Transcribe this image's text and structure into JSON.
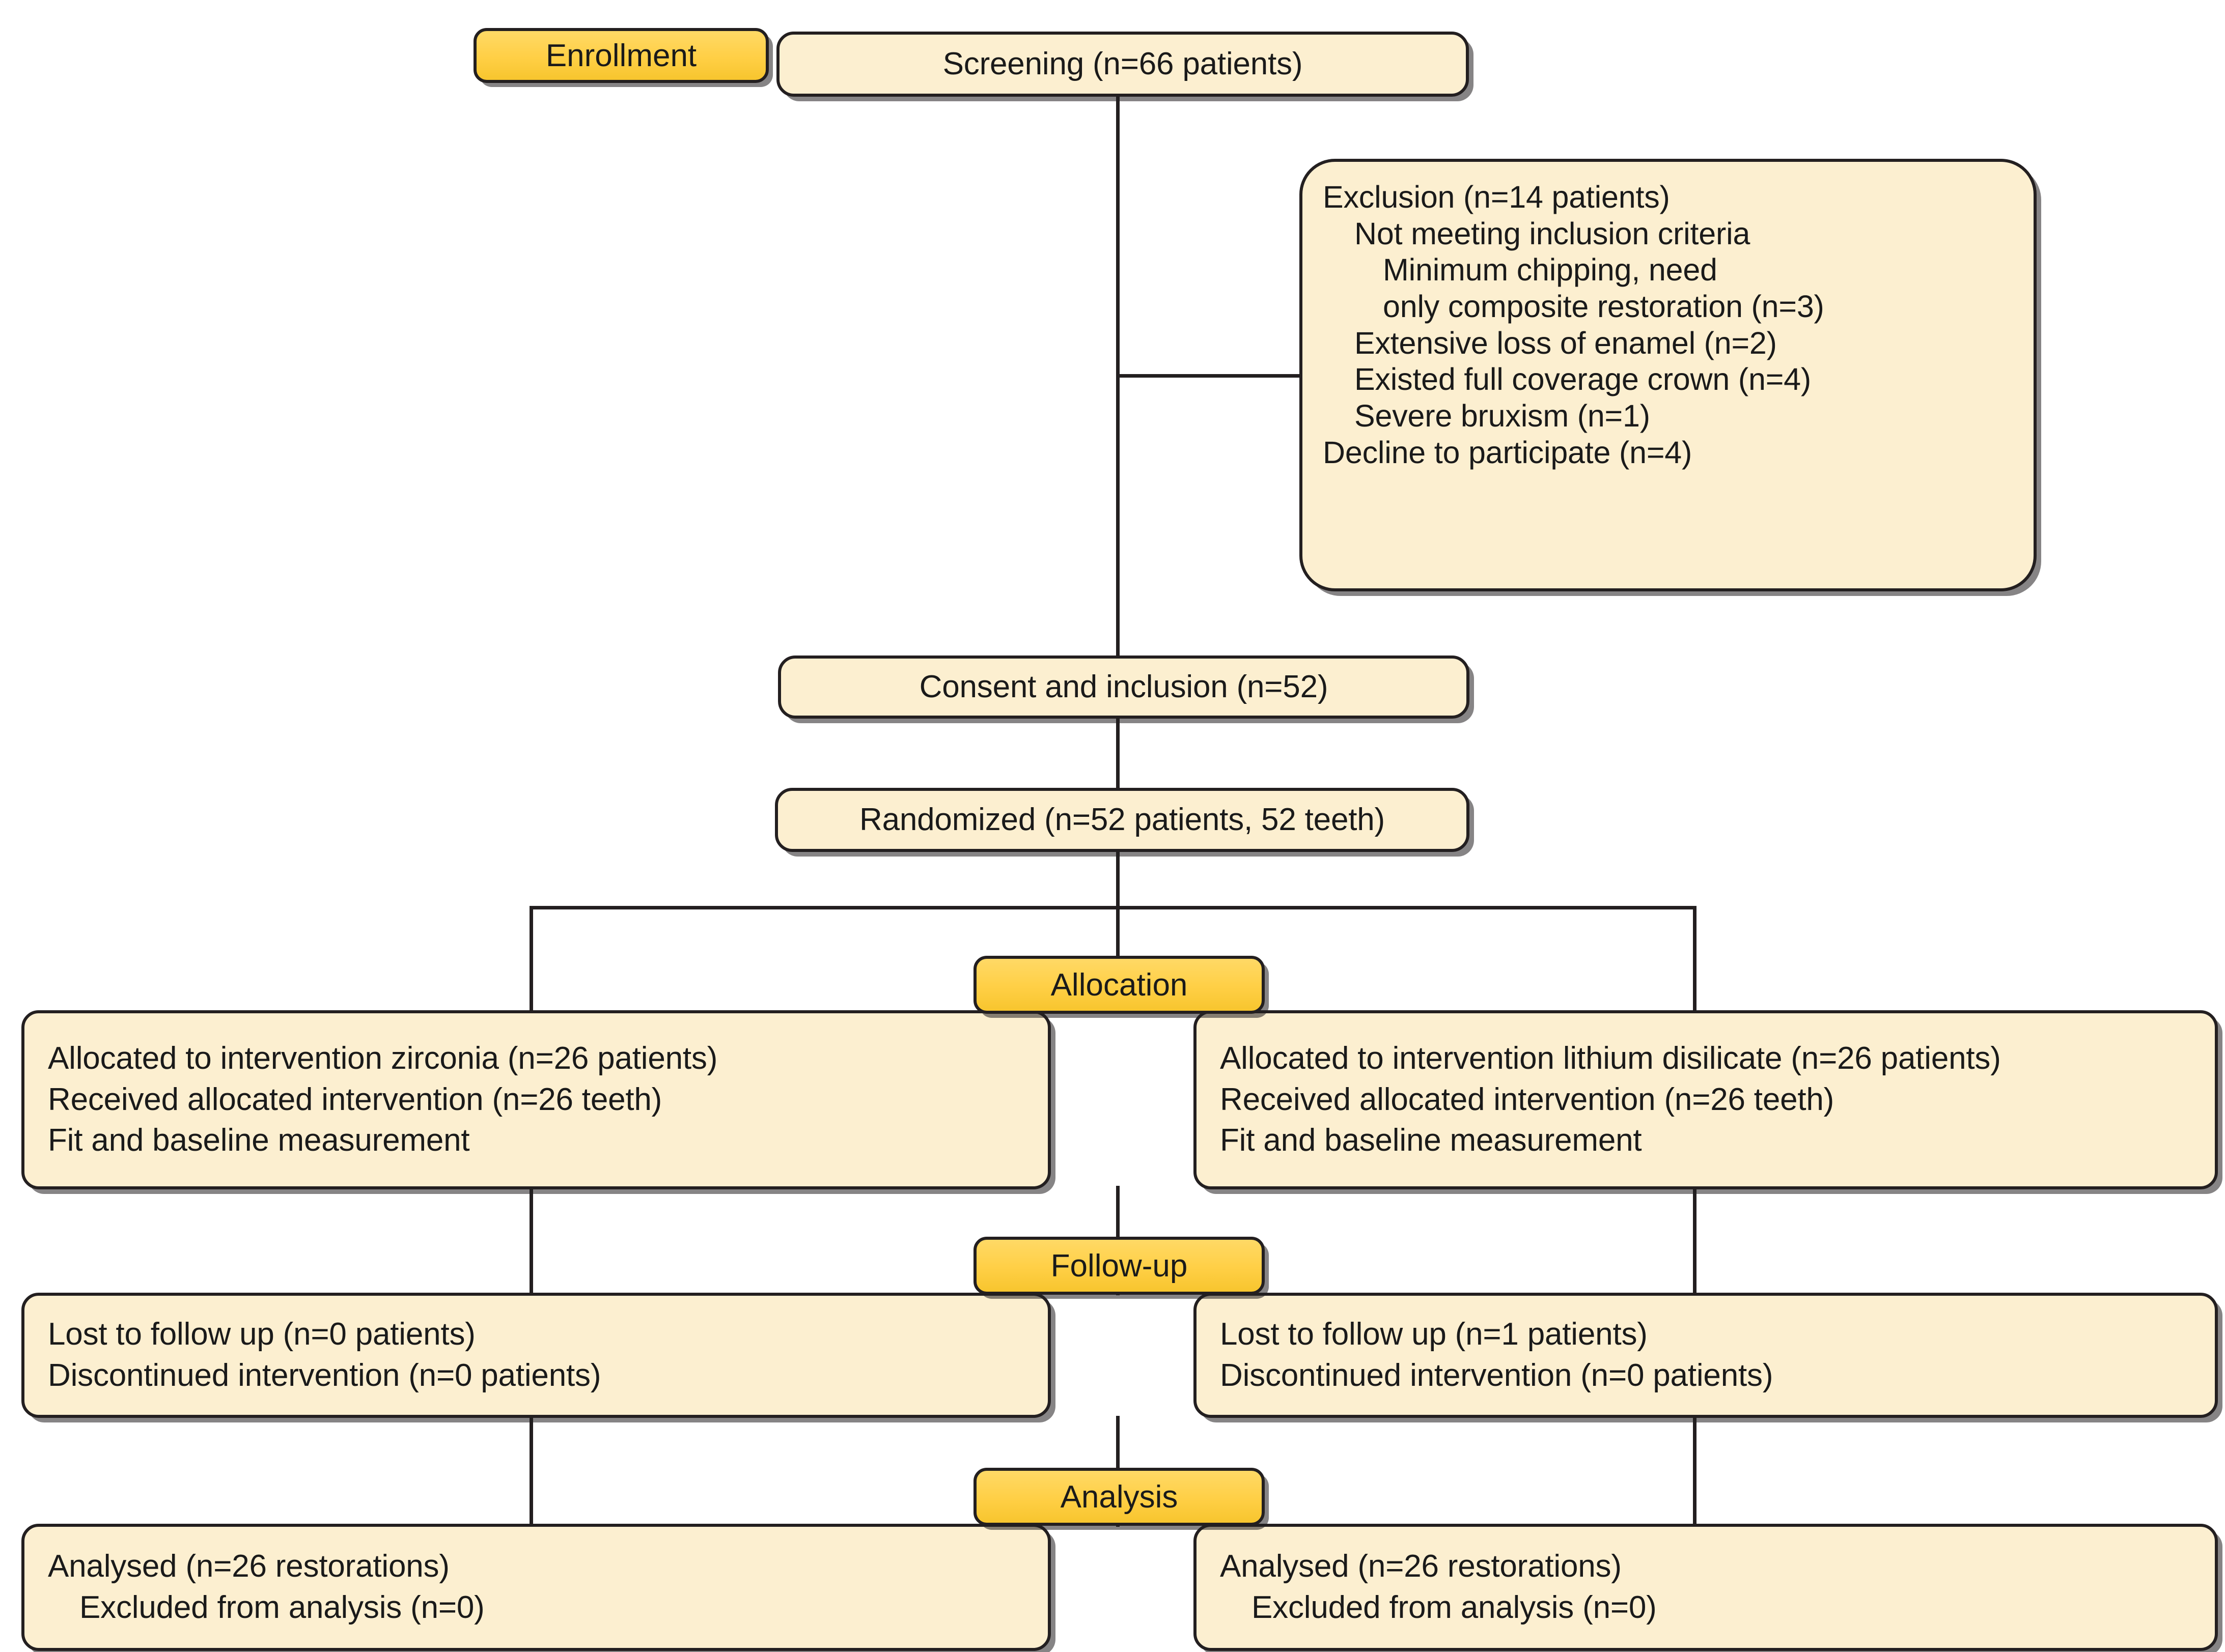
{
  "diagram": {
    "title": "CONSORT participant flow diagram",
    "colors": {
      "box_fill": "#fcefd0",
      "badge_fill": "#ffd24a",
      "stroke": "#231f20",
      "text": "#1a1a1a",
      "background": "#ffffff"
    }
  },
  "stages": {
    "enrollment": "Enrollment",
    "allocation": "Allocation",
    "followup": "Follow-up",
    "analysis": "Analysis"
  },
  "nodes": {
    "screening": {
      "text": "Screening (n=66 patients)"
    },
    "exclusion": {
      "lines": [
        "Exclusion (n=14 patients)",
        "Not meeting inclusion criteria",
        "Minimum chipping, need",
        "only composite restoration (n=3)",
        "Extensive loss of enamel (n=2)",
        "Existed full coverage crown (n=4)",
        "Severe bruxism (n=1)",
        "Decline to participate (n=4)"
      ]
    },
    "consent": {
      "text": "Consent and inclusion (n=52)"
    },
    "randomized": {
      "text": "Randomized (n=52 patients, 52 teeth)"
    },
    "allocation_left": {
      "lines": [
        "Allocated to intervention zirconia (n=26 patients)",
        "Received allocated intervention (n=26 teeth)",
        "Fit and baseline measurement"
      ]
    },
    "allocation_right": {
      "lines": [
        "Allocated to intervention lithium disilicate (n=26 patients)",
        "Received allocated intervention (n=26 teeth)",
        "Fit and baseline measurement"
      ]
    },
    "followup_left": {
      "lines": [
        "Lost to follow up (n=0 patients)",
        "Discontinued intervention (n=0 patients)"
      ]
    },
    "followup_right": {
      "lines": [
        "Lost to follow up (n=1 patients)",
        "Discontinued intervention (n=0 patients)"
      ]
    },
    "analysis_left": {
      "lines": [
        "Analysed (n=26 restorations)",
        "Excluded from analysis (n=0)"
      ]
    },
    "analysis_right": {
      "lines": [
        "Analysed (n=26 restorations)",
        "Excluded from analysis (n=0)"
      ]
    }
  },
  "chart_data": {
    "type": "flowchart",
    "title": "CONSORT flow diagram: zirconia vs lithium disilicate restorations",
    "screened": 66,
    "excluded": 14,
    "exclusion_reasons": [
      {
        "reason": "Minimum chipping, need only composite restoration",
        "n": 3
      },
      {
        "reason": "Extensive loss of enamel",
        "n": 2
      },
      {
        "reason": "Existed full coverage crown",
        "n": 4
      },
      {
        "reason": "Severe bruxism",
        "n": 1
      },
      {
        "reason": "Decline to participate",
        "n": 4
      }
    ],
    "consented": 52,
    "randomized_patients": 52,
    "randomized_teeth": 52,
    "arms": [
      {
        "name": "zirconia",
        "allocated_patients": 26,
        "received_teeth": 26,
        "lost_to_followup": 0,
        "discontinued": 0,
        "analysed_restorations": 26,
        "excluded_from_analysis": 0
      },
      {
        "name": "lithium disilicate",
        "allocated_patients": 26,
        "received_teeth": 26,
        "lost_to_followup": 1,
        "discontinued": 0,
        "analysed_restorations": 26,
        "excluded_from_analysis": 0
      }
    ]
  }
}
